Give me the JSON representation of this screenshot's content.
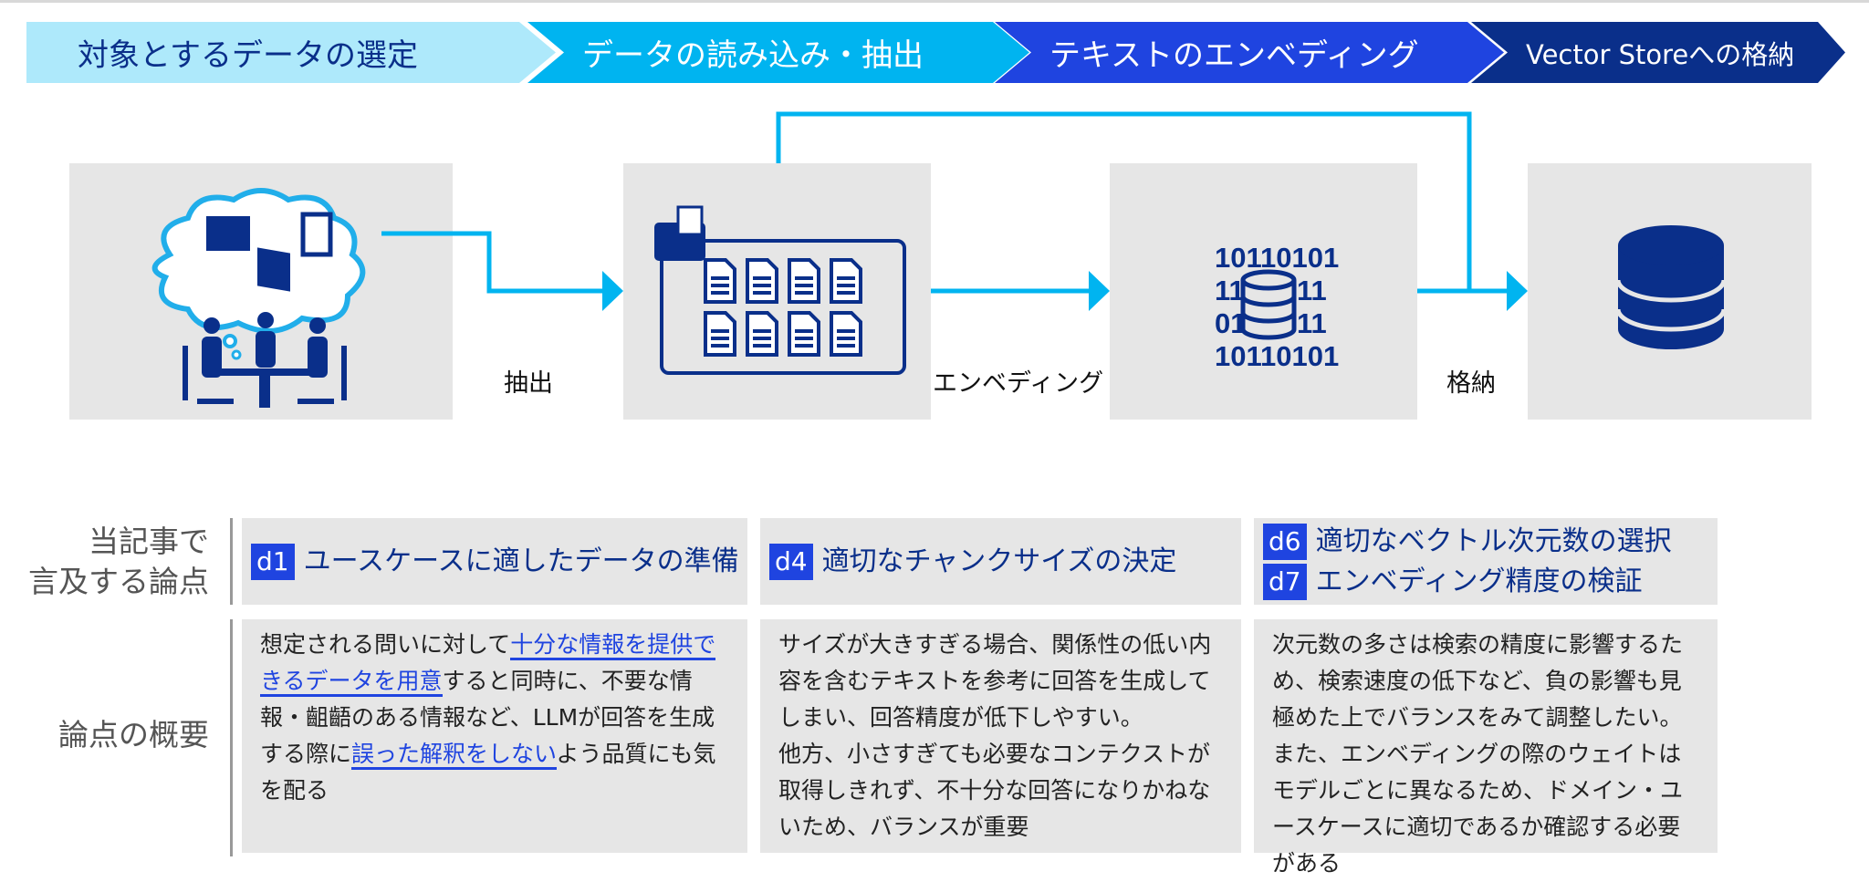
{
  "steps": [
    {
      "label": "対象とするデータの選定",
      "bg": "#aee9fb",
      "fg": "#0a2f8a"
    },
    {
      "label": "データの読み込み・抽出",
      "bg": "#00b4f0",
      "fg": "#ffffff"
    },
    {
      "label": "テキストのエンベディング",
      "bg": "#1f44e0",
      "fg": "#ffffff"
    },
    {
      "label": "Vector Storeへの格納",
      "bg": "#0a2f8a",
      "fg": "#ffffff"
    }
  ],
  "flow": {
    "labels": {
      "extract": "抽出",
      "embedding": "エンベディング",
      "store": "格納"
    },
    "icons": [
      "meeting-people-icon",
      "folder-documents-icon",
      "binary-database-icon",
      "database-icon"
    ],
    "binary_rows": [
      "10110101",
      "11",
      "11",
      "01",
      "11",
      "10110101"
    ]
  },
  "table": {
    "row_labels": {
      "points": [
        "当記事で",
        "言及する論点"
      ],
      "summary": "論点の概要"
    },
    "points": [
      [
        {
          "id": "d1",
          "text": "ユースケースに適したデータの準備"
        }
      ],
      [
        {
          "id": "d4",
          "text": "適切なチャンクサイズの決定"
        }
      ],
      [
        {
          "id": "d6",
          "text": "適切なベクトル次元数の選択"
        },
        {
          "id": "d7",
          "text": "エンベディング精度の検証"
        }
      ]
    ],
    "summaries": [
      {
        "parts": [
          {
            "t": "想定される問いに対して"
          },
          {
            "t": "十分な情報を提供できるデータを用意",
            "hl": true
          },
          {
            "t": "すると同時に、不要な情報・齟齬のある情報など、LLMが回答を生成する際に"
          },
          {
            "t": "誤った解釈をしない",
            "hl": true
          },
          {
            "t": "よう品質にも気を配る"
          }
        ]
      },
      {
        "parts": [
          {
            "t": "サイズが大きすぎる場合、関係性の低い内容を含むテキストを参考に回答を生成してしまい、回答精度が低下しやすい。"
          },
          {
            "br": true
          },
          {
            "t": "他方、小さすぎても必要なコンテクストが取得しきれず、不十分な回答になりかねないため、バランスが重要"
          }
        ]
      },
      {
        "parts": [
          {
            "t": "次元数の多さは検索の精度に影響するため、検索速度の低下など、負の影響も見極めた上でバランスをみて調整したい。"
          },
          {
            "br": true
          },
          {
            "t": "また、エンベディングの際のウェイトはモデルごとに異なるため、ドメイン・ユースケースに適切であるか確認する必要がある"
          }
        ]
      }
    ]
  },
  "colors": {
    "accent": "#00b4f0",
    "navy": "#0a2f8a",
    "blue": "#1f44e0",
    "panel": "#e6e6e6"
  }
}
